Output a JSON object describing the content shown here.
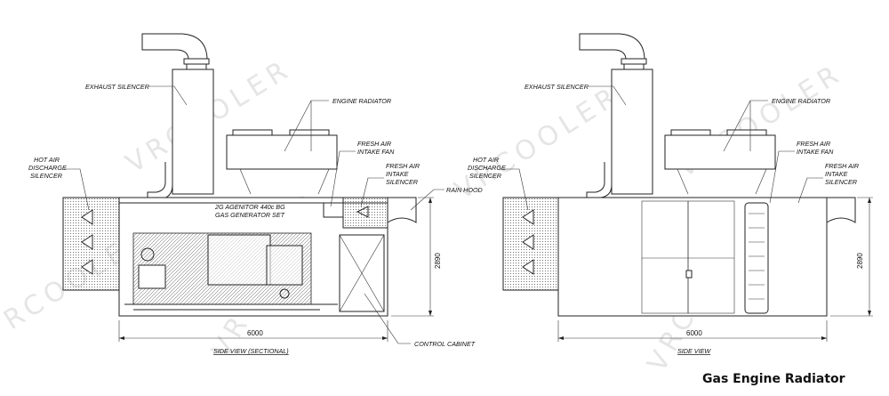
{
  "labels": {
    "exhaust_silencer": "EXHAUST SILENCER",
    "engine_radiator": "ENGINE RADIATOR",
    "fresh_air_intake_fan_1": "FRESH AIR",
    "fresh_air_intake_fan_2": "INTAKE FAN",
    "fresh_air_intake_silencer_1": "FRESH AIR",
    "fresh_air_intake_silencer_2": "INTAKE",
    "fresh_air_intake_silencer_3": "SILENCER",
    "hot_air_discharge_silencer_1": "HOT AIR",
    "hot_air_discharge_silencer_2": "DISCHARGE",
    "hot_air_discharge_silencer_3": "SILENCER",
    "rain_hood": "RAIN HOOD",
    "control_cabinet": "CONTROL CABINET",
    "genset_line1": "2G AGENITOR 440c BG",
    "genset_line2": "GAS GENERATOR SET"
  },
  "dimensions": {
    "length": "6000",
    "height": "2890"
  },
  "captions": {
    "left": "SIDE VIEW (SECTIONAL)",
    "right": "SIDE VIEW"
  },
  "watermark": "VRCOOLER",
  "brand": "Gas Engine Radiator",
  "colors": {
    "line": "#222222",
    "background": "#ffffff"
  }
}
